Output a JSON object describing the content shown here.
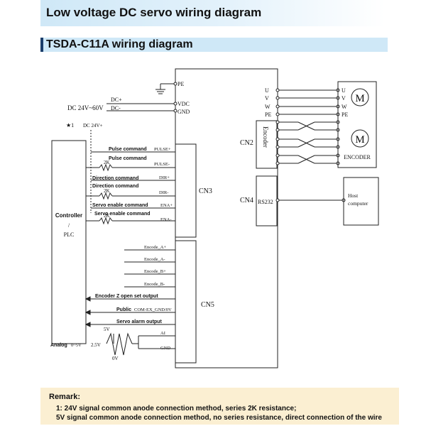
{
  "header": {
    "title": "Low voltage DC servo wiring diagram",
    "subtitle": "TSDA-C11A wiring diagram"
  },
  "driver": {
    "pe": "PE",
    "vdc": "VDC",
    "gnd": "GND",
    "cn2": "CN2",
    "cn3": "CN3",
    "cn4": "CN4",
    "cn5": "CN5",
    "encoder_block": "Encoder",
    "rs232": "RS232"
  },
  "power": {
    "supply": "DC 24V~60V",
    "dc_plus": "DC+",
    "dc_minus": "DC-",
    "star_note": "★1",
    "dc24": "DC 24V+"
  },
  "controller": {
    "line1": "Controller",
    "line2": "/",
    "line3": "PLC"
  },
  "cn3_signals": {
    "pulse_label": "Pulse command",
    "pulse_plus": "PULSE+",
    "pulse_minus": "PULSE-",
    "dir_label": "Direction command",
    "dir_plus": "DIR+",
    "dir_minus": "DIR-",
    "ena_label": "Servo enable command",
    "ena_plus": "ENA+",
    "ena_minus": "ENA-",
    "resistor": "2K"
  },
  "cn5_signals": {
    "enc_a_plus": "Encode_A+",
    "enc_a_minus": "Encode_A-",
    "enc_b_plus": "Encode_B+",
    "enc_b_minus": "Encode_B-",
    "z_label": "Encoder Z open set output",
    "public_label": "Public",
    "public_pin": "COM-EX_GND/0V",
    "alarm_label": "Servo alarm output",
    "ai": "AI",
    "gnd": "GND"
  },
  "analog": {
    "label": "Analog",
    "range": "0~5V",
    "v5": "5V",
    "v25": "2.5V",
    "v0": "0V"
  },
  "motor": {
    "u": "U",
    "v": "V",
    "w": "W",
    "pe": "PE",
    "m_symbol": "M",
    "encoder": "ENCODER"
  },
  "host": {
    "line1": "Host",
    "line2": "computer"
  },
  "remark": {
    "title": "Remark:",
    "line1": "1: 24V signal common anode connection method, series 2K resistance;",
    "line2": "5V signal common anode connection method, no series resistance, direct connection of the wire"
  }
}
